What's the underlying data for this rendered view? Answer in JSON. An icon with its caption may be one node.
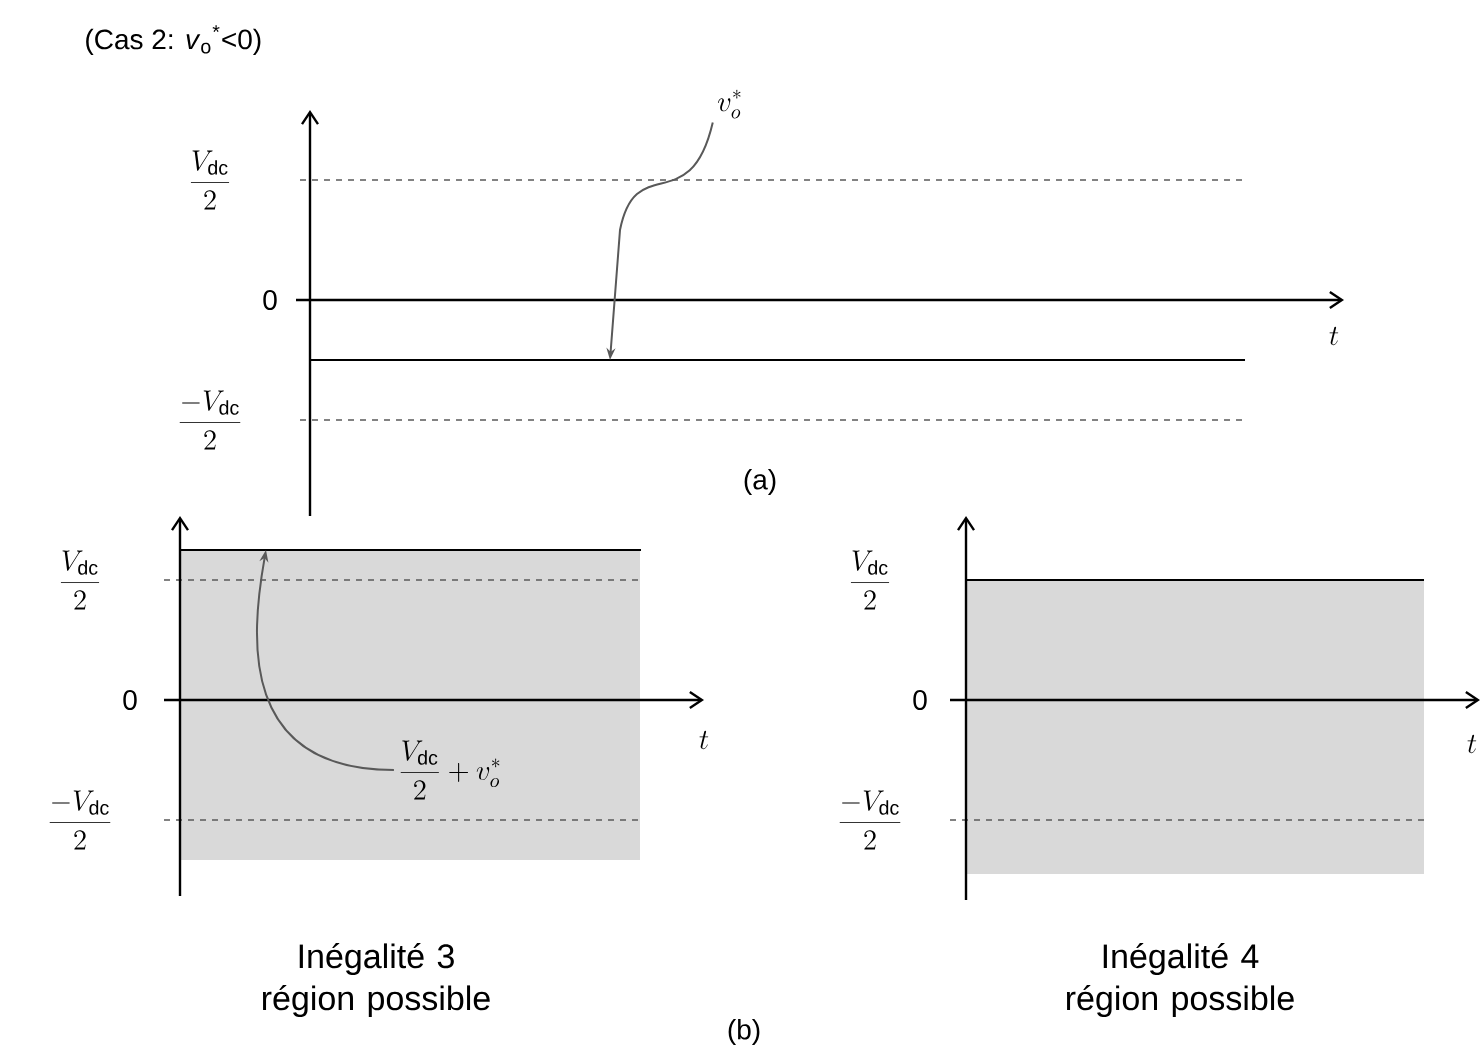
{
  "diagram": {
    "title": "(Cas 2: *v*$_{o}$$^{*}$<0)",
    "nodes": [
      {
        "text": [
          "v_o^*"
        ]
      },
      {
        "text": [],
        "shape": "line"
      },
      {
        "text": [
          "\\frac{V_{\\mathrm{dc}}}{2} + v_o^*"
        ]
      },
      {
        "text": [],
        "shape": "line"
      }
    ],
    "edges": [
      {
        "from": 0,
        "to": 1,
        "arrow": "to"
      },
      {
        "from": 2,
        "to": 3,
        "arrow": "to"
      }
    ],
    "labels": [
      "\\frac{V_{\\mathrm{dc}}}{2}",
      "0",
      "\\frac{-V_{\\mathrm{dc}}}{2}",
      "t",
      "(a)",
      "\\frac{V_{\\mathrm{dc}}}{2}",
      "0",
      "\\frac{-V_{\\mathrm{dc}}}{2}",
      "t",
      "Inégalité 3 région possible",
      "\\frac{V_{\\mathrm{dc}}}{2}",
      "0",
      "\\frac{-V_{\\mathrm{dc}}}{2}",
      "t",
      "Inégalité 4 région possible",
      "(b)"
    ]
  }
}
